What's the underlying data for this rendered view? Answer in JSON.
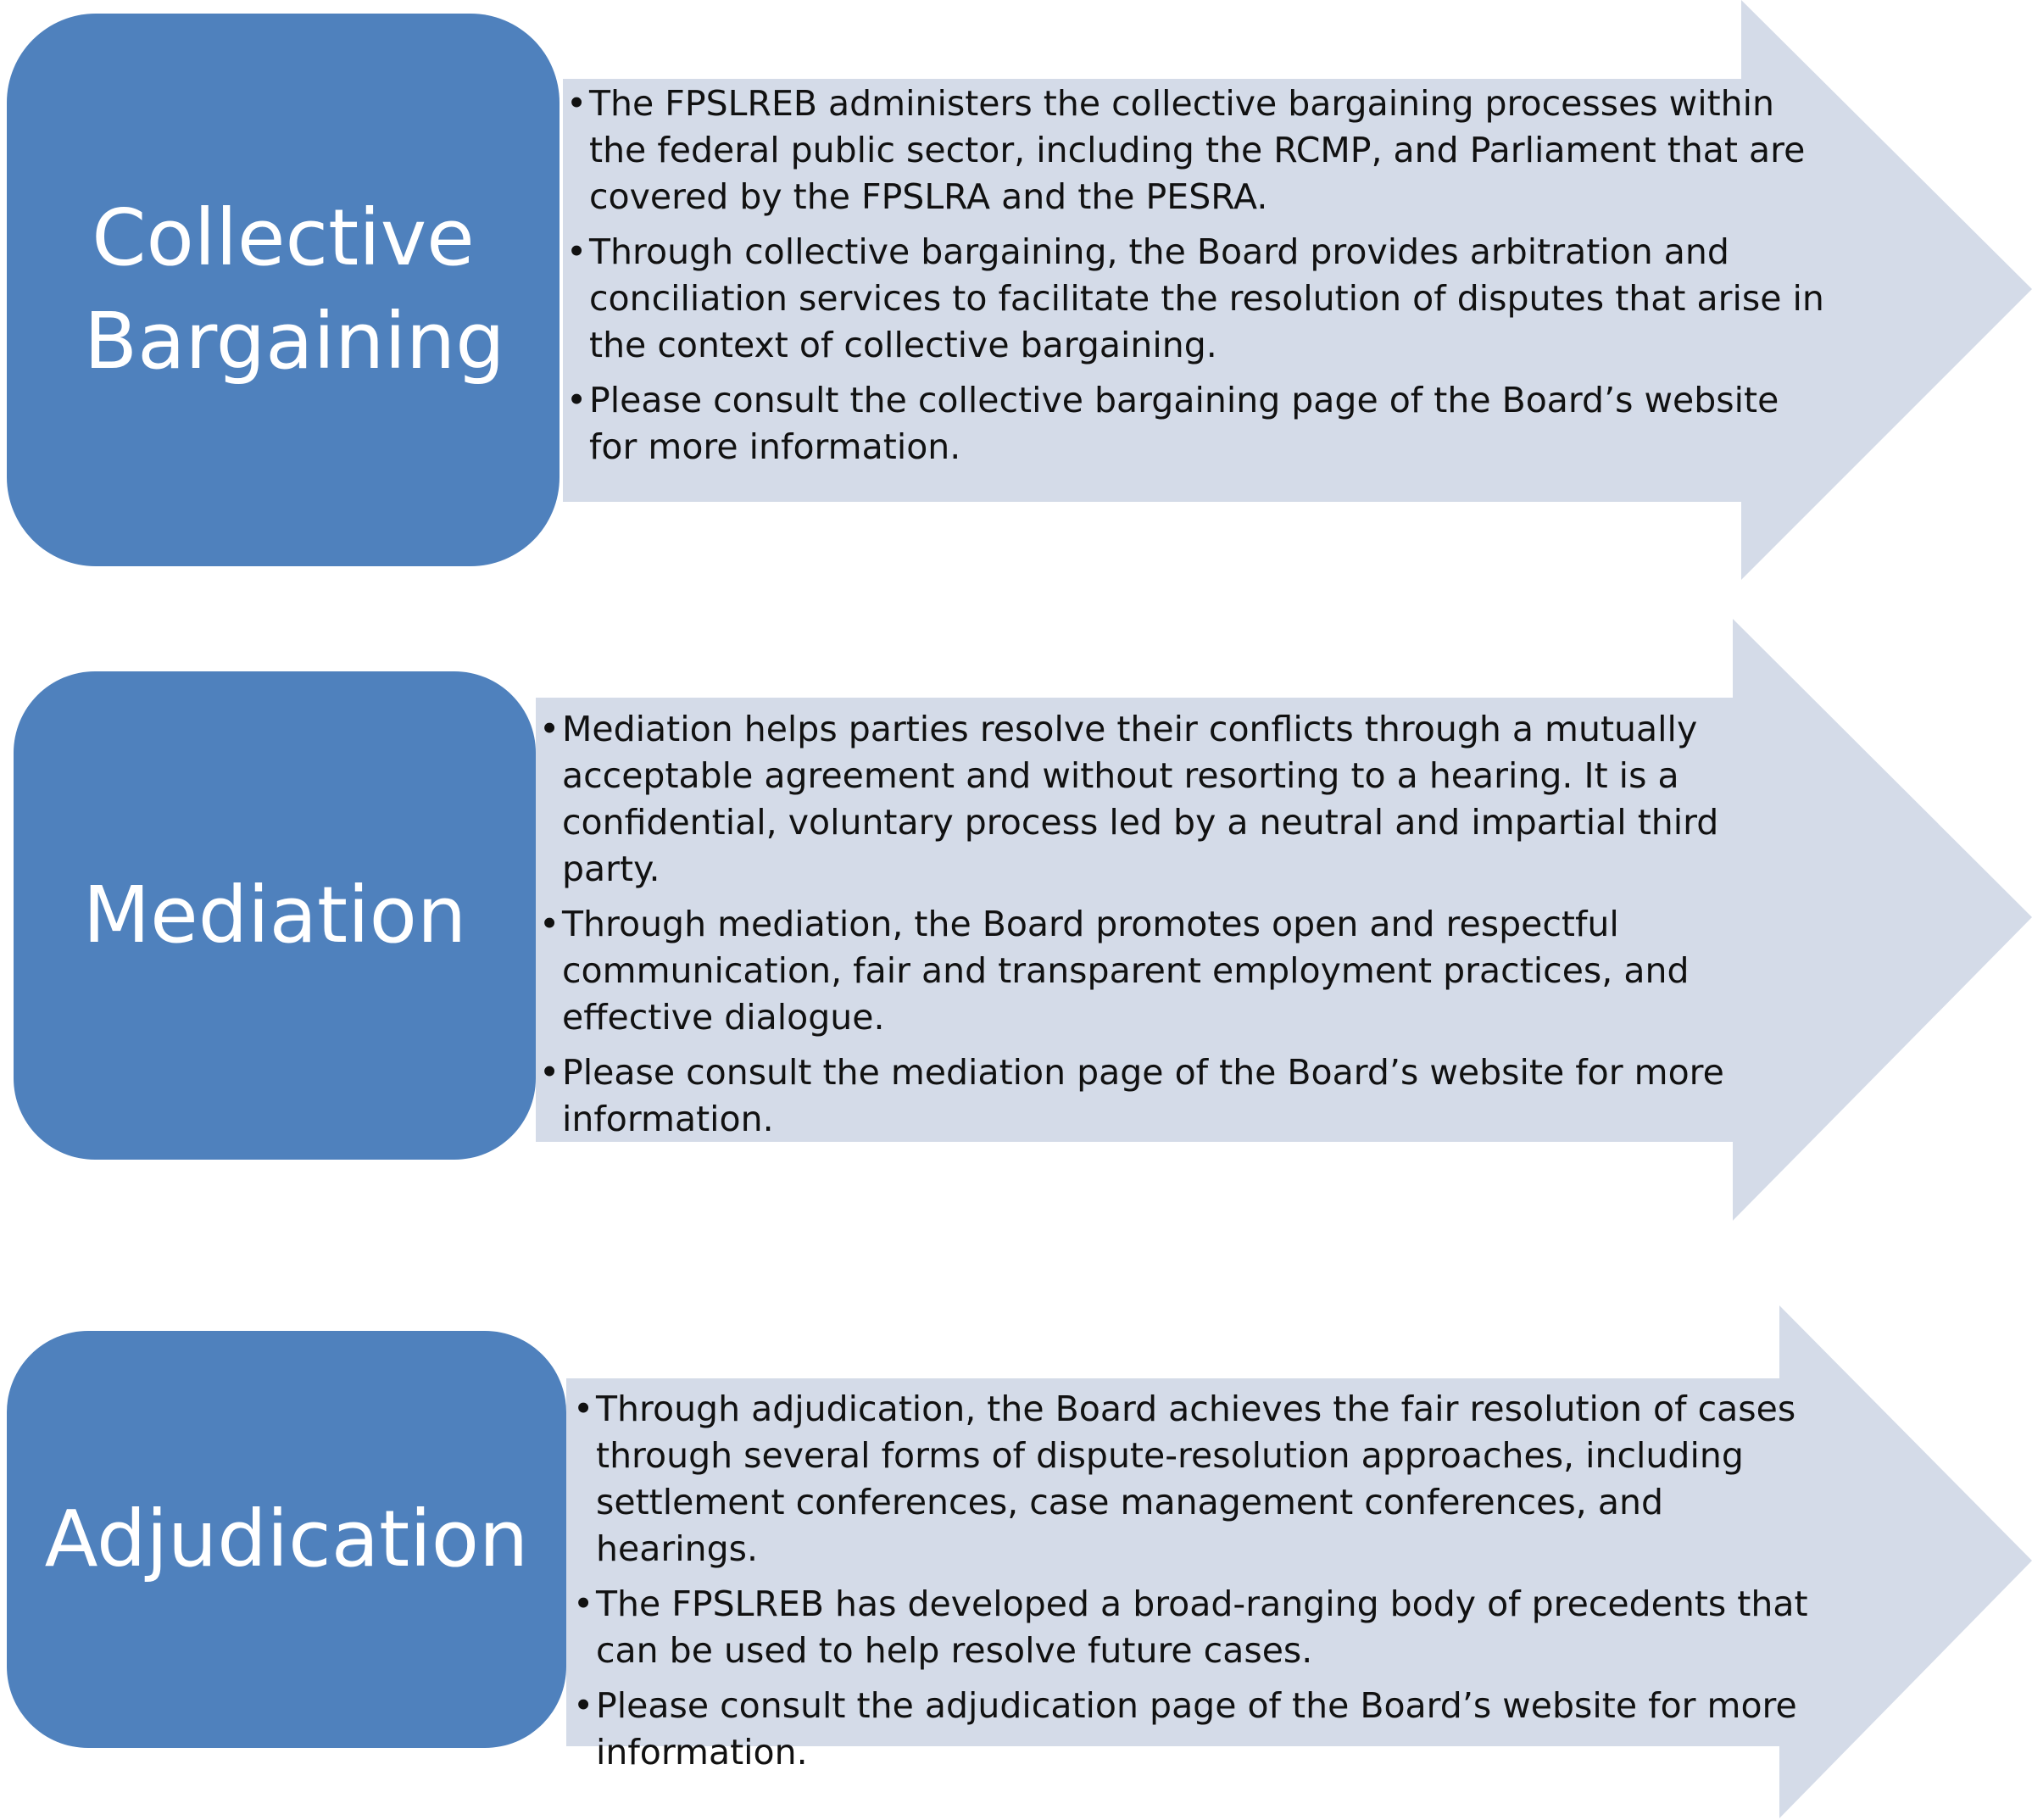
{
  "sections": [
    {
      "title": "Collective Bargaining",
      "bullets": [
        "The FPSLREB administers the collective bargaining processes within the federal public sector, including the RCMP, and Parliament that are covered by the FPSLRA and the PESRA.",
        "Through collective bargaining, the Board provides arbitration and conciliation services to facilitate the resolution of disputes that arise in the context of collective bargaining.",
        "Please consult the collective bargaining page of the Board’s website for more information."
      ]
    },
    {
      "title": "Mediation",
      "bullets": [
        "Mediation helps parties resolve their conflicts through a mutually acceptable agreement and without resorting to a hearing. It is a confidential, voluntary process led by a neutral and impartial third party.",
        "Through mediation, the Board promotes open and respectful communication, fair and transparent employment practices, and effective dialogue.",
        "Please consult the mediation page of the Board’s website for more information."
      ]
    },
    {
      "title": "Adjudication",
      "bullets": [
        "Through adjudication, the Board achieves the fair resolution of cases through several forms of dispute-resolution approaches, including settlement conferences, case management conferences, and hearings.",
        "The FPSLREB has developed a broad-ranging body of precedents that can be used to help resolve future cases.",
        "Please consult the adjudication page of the Board’s website for more information."
      ]
    }
  ],
  "colors": {
    "label_fill": "#4f81bd",
    "label_text": "#ffffff",
    "arrow_fill": "#d4dbe8",
    "bullet_text": "#111111"
  }
}
